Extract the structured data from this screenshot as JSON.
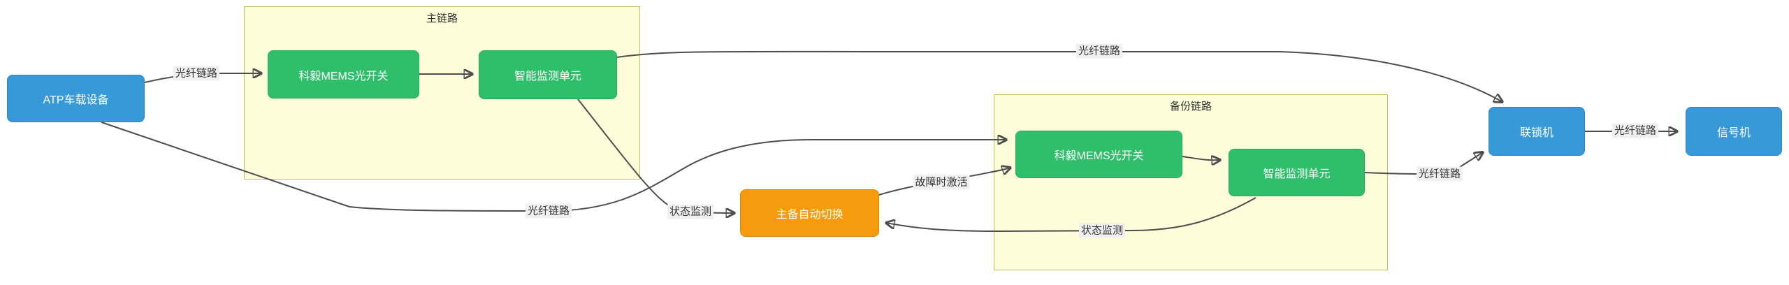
{
  "diagram": {
    "groups": {
      "main": {
        "title": "主链路"
      },
      "backup": {
        "title": "备份链路"
      }
    },
    "nodes": {
      "atp": {
        "label": "ATP车载设备"
      },
      "main_switch": {
        "label": "科毅MEMS光开关"
      },
      "main_monitor": {
        "label": "智能监测单元"
      },
      "backup_switch": {
        "label": "科毅MEMS光开关"
      },
      "backup_monitor": {
        "label": "智能监测单元"
      },
      "failover": {
        "label": "主备自动切换"
      },
      "interlock": {
        "label": "联锁机"
      },
      "signal": {
        "label": "信号机"
      }
    },
    "edges": {
      "atp_to_main_switch": {
        "label": "光纤链路"
      },
      "atp_to_backup_switch": {
        "label": "光纤链路"
      },
      "main_monitor_to_failover": {
        "label": "状态监测"
      },
      "failover_to_backup_switch": {
        "label": "故障时激活"
      },
      "backup_monitor_to_failover": {
        "label": "状态监测"
      },
      "main_monitor_to_interlock": {
        "label": "光纤链路"
      },
      "backup_monitor_to_interlock": {
        "label": "光纤链路"
      },
      "interlock_to_signal": {
        "label": "光纤链路"
      }
    },
    "colors": {
      "node_blue": "#3899d9",
      "node_green": "#2fbe6a",
      "node_orange": "#f59b0d",
      "cluster_fill": "#fdfdda",
      "cluster_border": "#bfbf5e",
      "edge_line": "#4d4d4d",
      "edge_label_bg": "#f0f0f0",
      "node_text": "#ffffff",
      "label_text": "#333333"
    }
  }
}
